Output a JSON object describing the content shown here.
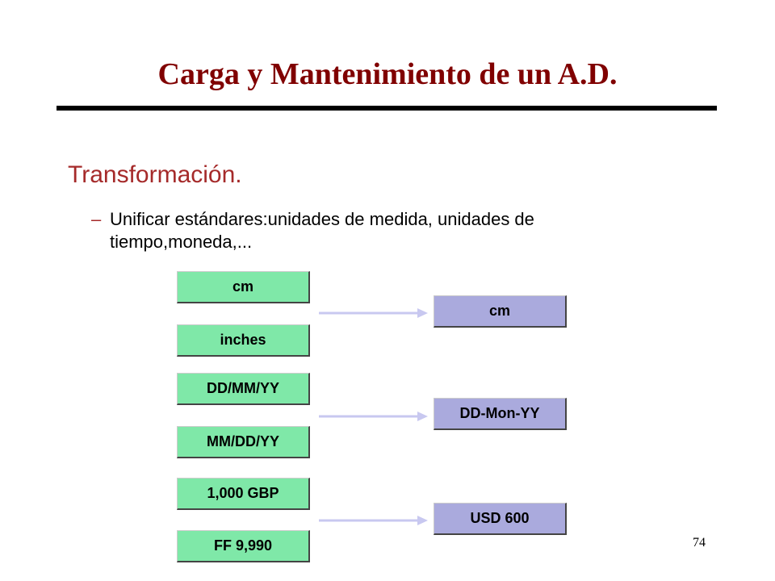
{
  "slide": {
    "title": "Carga y Mantenimiento de un A.D.",
    "heading": "Transformación.",
    "bullet_marker": "–",
    "bullet_text": "Unificar estándares:unidades de medida, unidades de tiempo,moneda,...",
    "page_number": "74"
  },
  "diagram": {
    "sources": [
      "cm",
      "inches",
      "DD/MM/YY",
      "MM/DD/YY",
      "1,000 GBP",
      "FF 9,990"
    ],
    "targets": [
      "cm",
      "DD-Mon-YY",
      "USD 600"
    ]
  },
  "colors": {
    "title": "#800000",
    "heading": "#a52a2a",
    "source_box": "#7fe8a8",
    "target_box": "#aaaadd",
    "arrow": "#c8c8f0"
  }
}
